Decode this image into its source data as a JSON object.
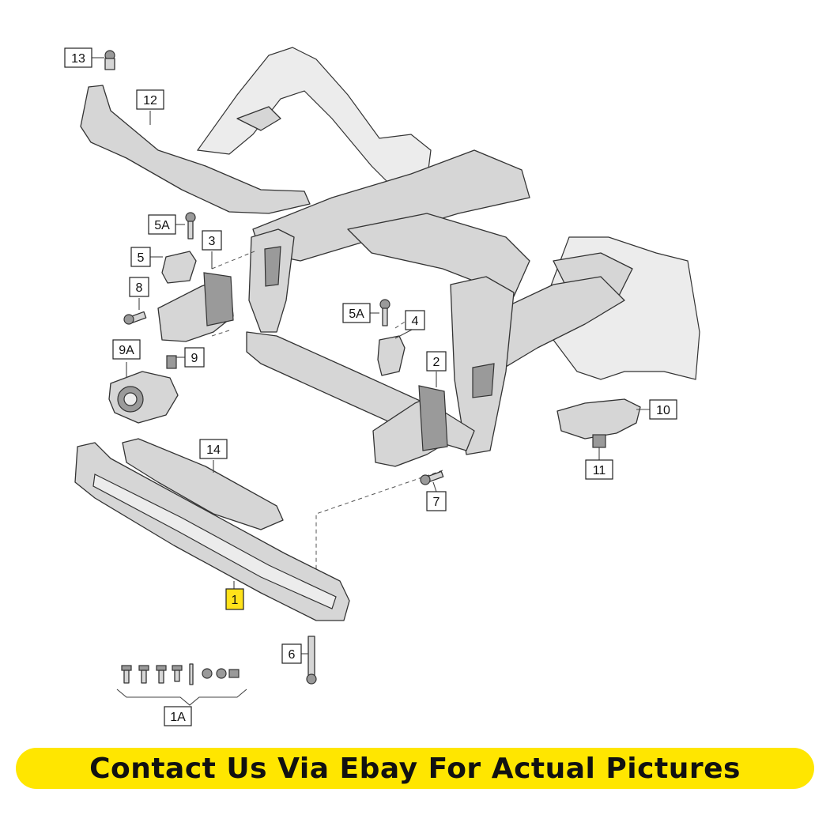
{
  "callouts": {
    "c13": "13",
    "c12": "12",
    "c5A_left": "5A",
    "c3": "3",
    "c5": "5",
    "c8": "8",
    "c9A": "9A",
    "c9": "9",
    "c5A_mid": "5A",
    "c4": "4",
    "c2": "2",
    "c10": "10",
    "c11": "11",
    "c14": "14",
    "c7": "7",
    "c1": "1",
    "c6": "6",
    "c1A": "1A"
  },
  "highlight_color": "#ffe21a",
  "banner": {
    "text": "Contact Us Via Ebay For Actual Pictures",
    "color": "#ffe600"
  }
}
